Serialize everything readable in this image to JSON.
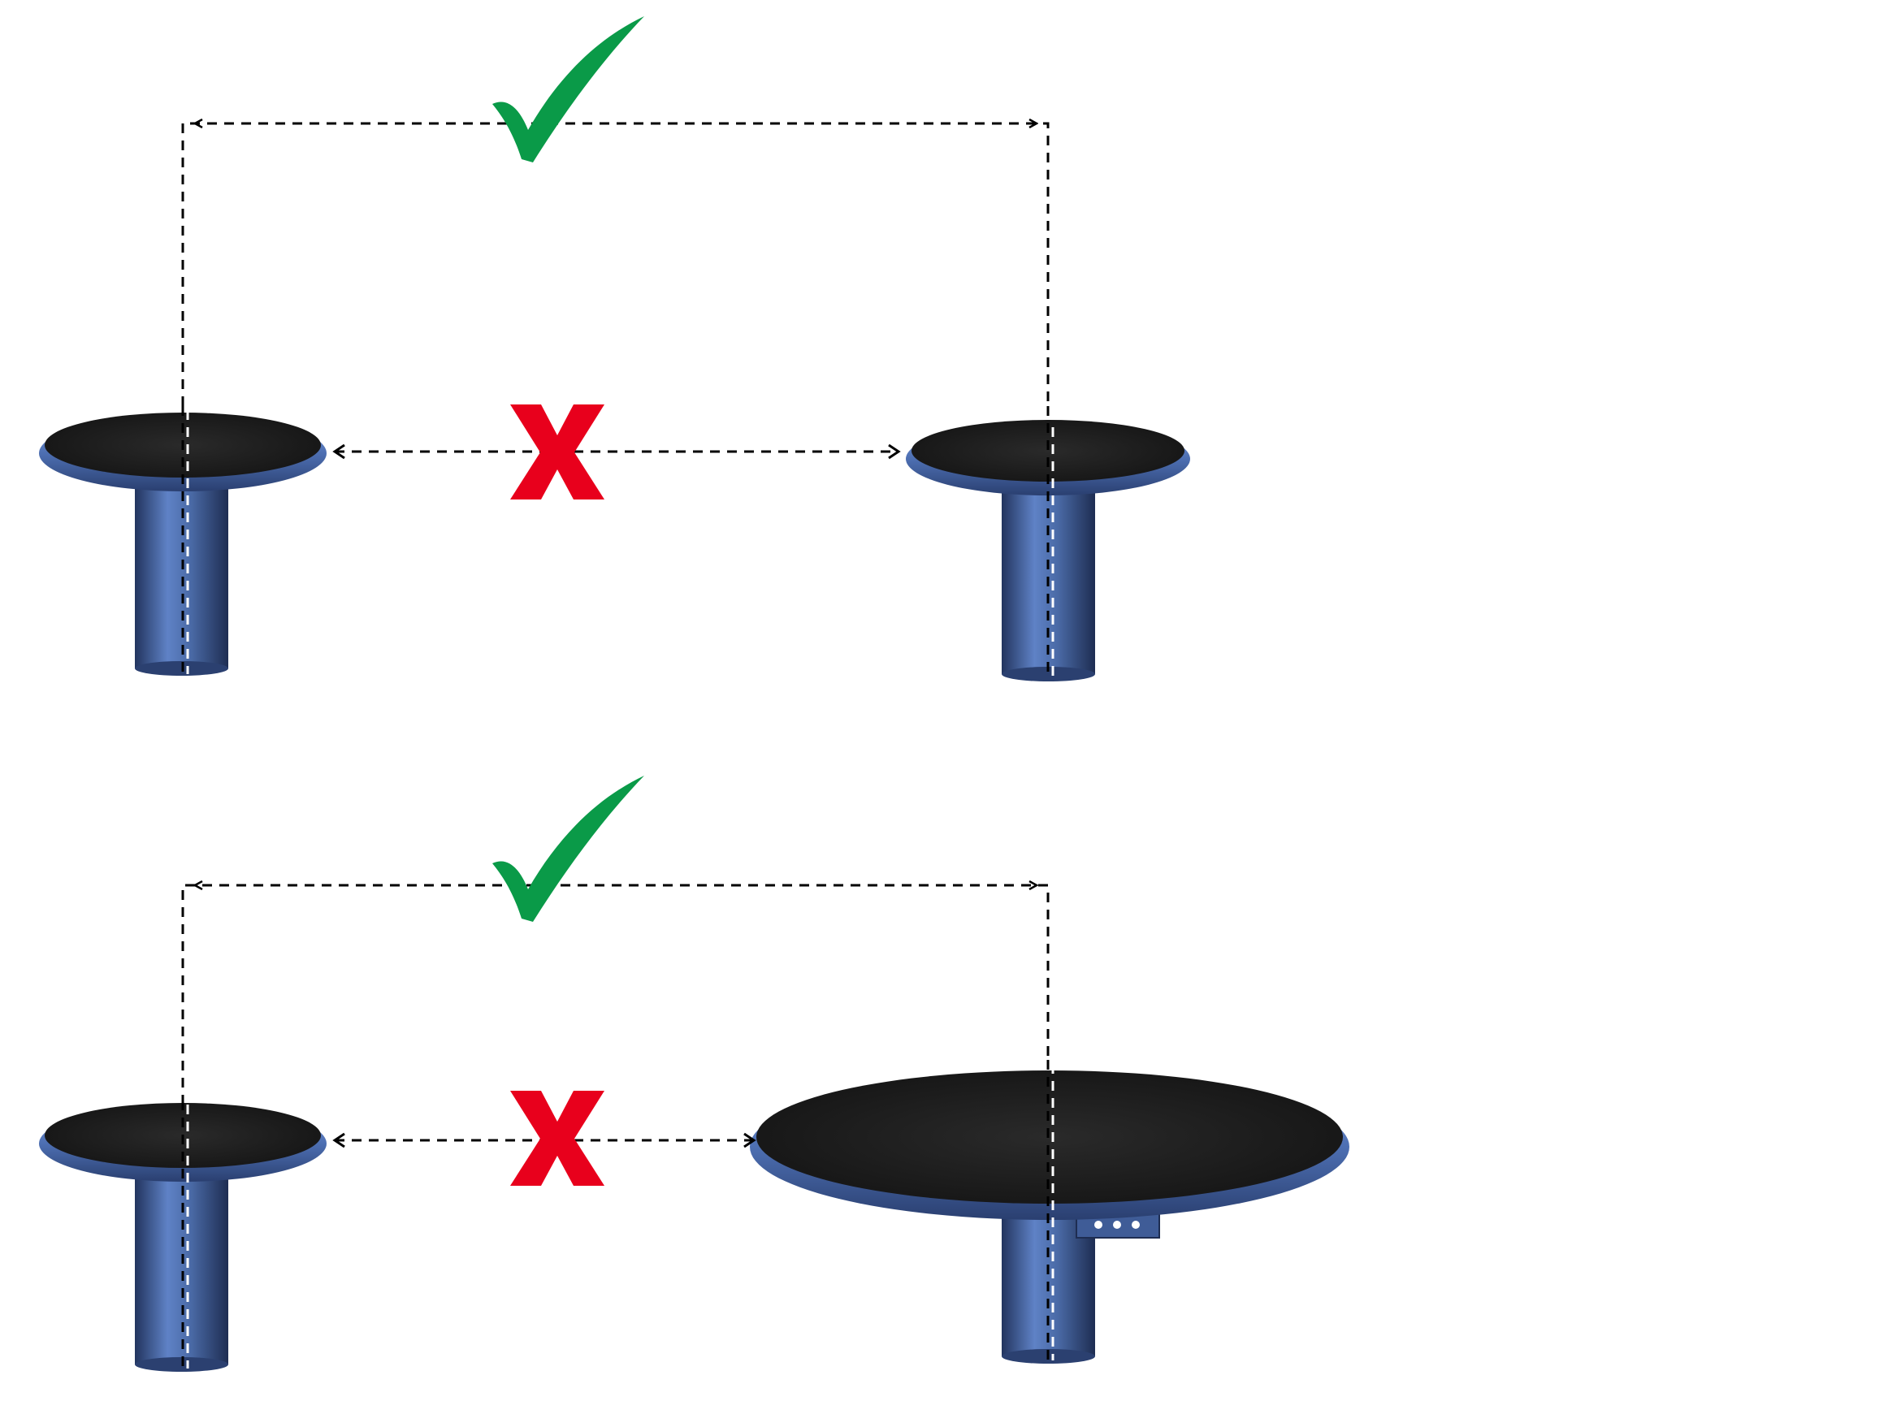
{
  "colors": {
    "background": "#ffffff",
    "post_blue": "#4a6aa6",
    "post_blue_dark": "#22345e",
    "rim_blue": "#5a7fc4",
    "top_black": "#1c1c1c",
    "dash_black": "#000000",
    "dash_white": "#ffffff",
    "check_green": "#0a9a48",
    "cross_red": "#e8001c"
  },
  "icons": {
    "correct": "check-icon",
    "incorrect": "cross-icon"
  },
  "diagram": {
    "rows": [
      {
        "measurement_center_to_center": "correct",
        "measurement_edge_to_edge": "incorrect",
        "left_platform": "small",
        "right_platform": "small"
      },
      {
        "measurement_center_to_center": "correct",
        "measurement_edge_to_edge": "incorrect",
        "left_platform": "small",
        "right_platform": "large"
      }
    ]
  }
}
